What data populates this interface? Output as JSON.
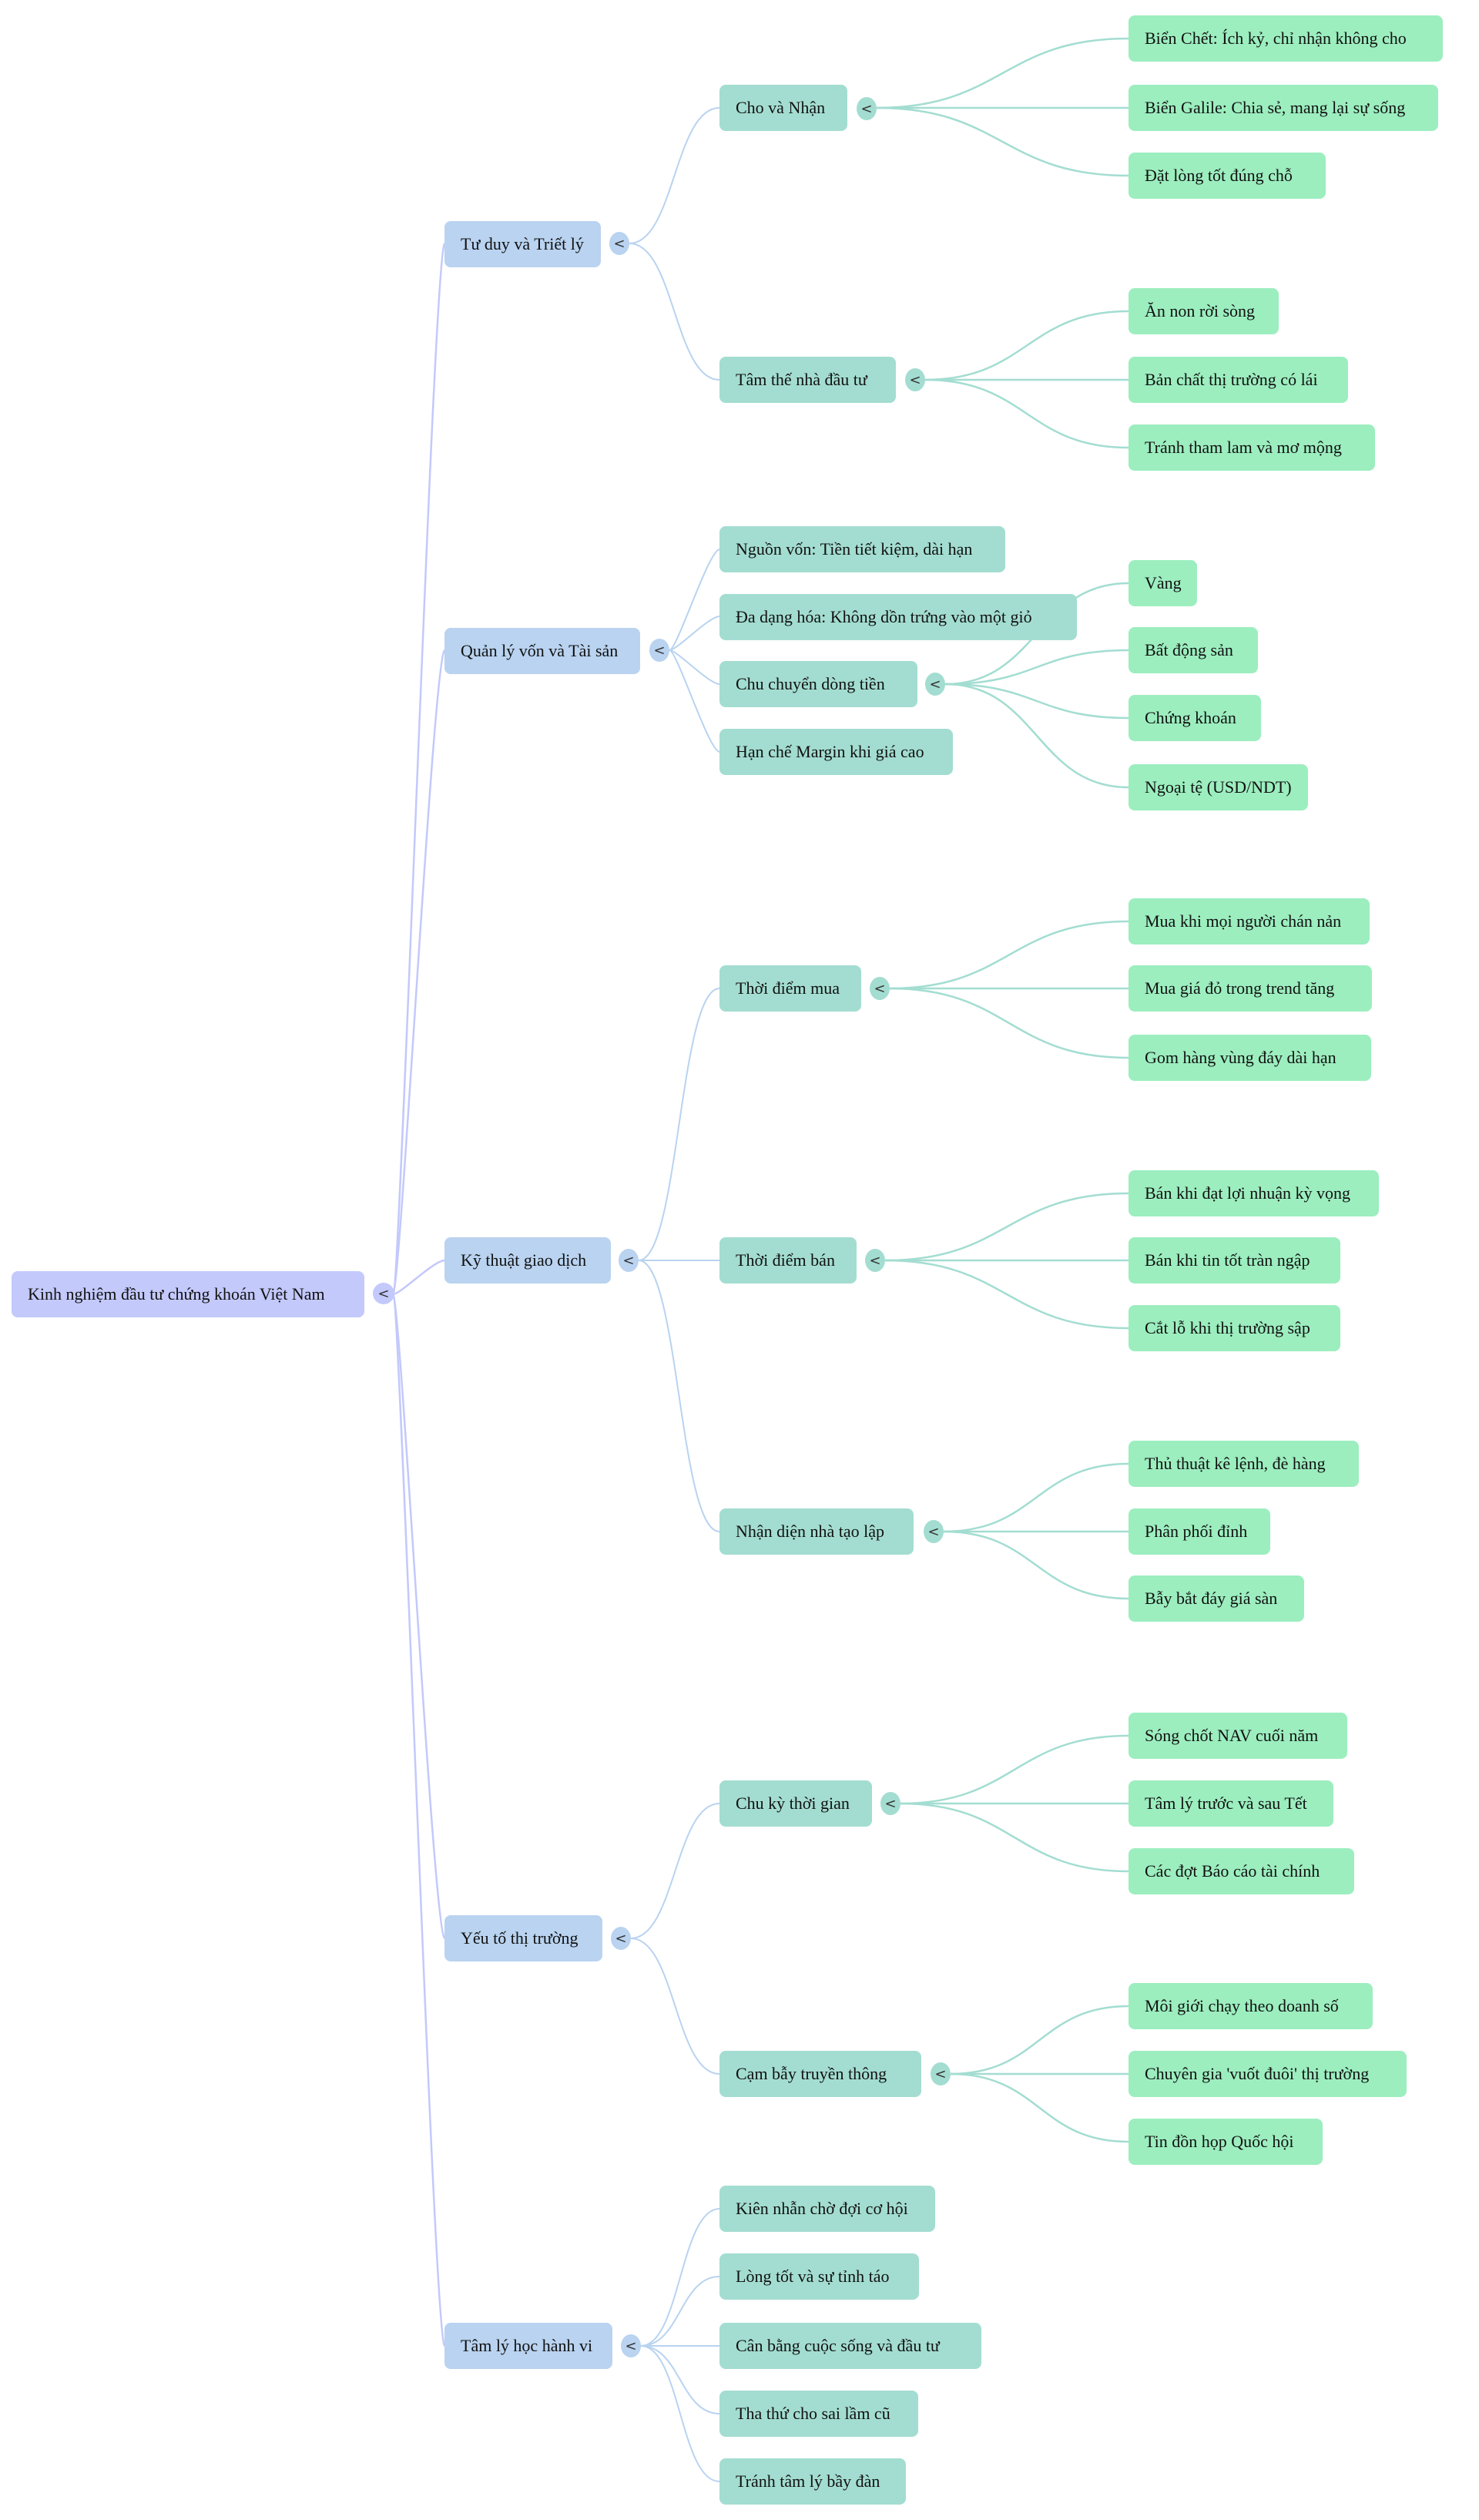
{
  "mindmap": {
    "root": {
      "label": "Kinh nghiệm đầu tư chứng khoán Việt Nam",
      "children": [
        {
          "label": "Tư duy và Triết lý",
          "children": [
            {
              "label": "Cho và Nhận",
              "children": [
                {
                  "label": "Biển Chết: Ích kỷ, chỉ nhận không cho"
                },
                {
                  "label": "Biển Galile: Chia sẻ, mang lại sự sống"
                },
                {
                  "label": "Đặt lòng tốt đúng chỗ"
                }
              ]
            },
            {
              "label": "Tâm thế nhà đầu tư",
              "children": [
                {
                  "label": "Ăn non rời sòng"
                },
                {
                  "label": "Bản chất thị trường có lái"
                },
                {
                  "label": "Tránh tham lam và mơ mộng"
                }
              ]
            }
          ]
        },
        {
          "label": "Quản lý vốn và Tài sản",
          "children": [
            {
              "label": "Nguồn vốn: Tiền tiết kiệm, dài hạn"
            },
            {
              "label": "Đa dạng hóa: Không dồn trứng vào một giỏ"
            },
            {
              "label": "Chu chuyển dòng tiền",
              "children": [
                {
                  "label": "Vàng"
                },
                {
                  "label": "Bất động sản"
                },
                {
                  "label": "Chứng khoán"
                },
                {
                  "label": "Ngoại tệ (USD/NDT)"
                }
              ]
            },
            {
              "label": "Hạn chế Margin khi giá cao"
            }
          ]
        },
        {
          "label": "Kỹ thuật giao dịch",
          "children": [
            {
              "label": "Thời điểm mua",
              "children": [
                {
                  "label": "Mua khi mọi người chán nản"
                },
                {
                  "label": "Mua giá đỏ trong trend tăng"
                },
                {
                  "label": "Gom hàng vùng đáy dài hạn"
                }
              ]
            },
            {
              "label": "Thời điểm bán",
              "children": [
                {
                  "label": "Bán khi đạt lợi nhuận kỳ vọng"
                },
                {
                  "label": "Bán khi tin tốt tràn ngập"
                },
                {
                  "label": "Cắt lỗ khi thị trường sập"
                }
              ]
            },
            {
              "label": "Nhận diện nhà tạo lập",
              "children": [
                {
                  "label": "Thủ thuật kê lệnh, đè hàng"
                },
                {
                  "label": "Phân phối đỉnh"
                },
                {
                  "label": "Bẫy bắt đáy giá sàn"
                }
              ]
            }
          ]
        },
        {
          "label": "Yếu tố thị trường",
          "children": [
            {
              "label": "Chu kỳ thời gian",
              "children": [
                {
                  "label": "Sóng chốt NAV cuối năm"
                },
                {
                  "label": "Tâm lý trước và sau Tết"
                },
                {
                  "label": "Các đợt Báo cáo tài chính"
                }
              ]
            },
            {
              "label": "Cạm bẫy truyền thông",
              "children": [
                {
                  "label": "Môi giới chạy theo doanh số"
                },
                {
                  "label": "Chuyên gia 'vuốt đuôi' thị trường"
                },
                {
                  "label": "Tin đồn họp Quốc hội"
                }
              ]
            }
          ]
        },
        {
          "label": "Tâm lý học hành vi",
          "children": [
            {
              "label": "Kiên nhẫn chờ đợi cơ hội"
            },
            {
              "label": "Lòng tốt và sự tỉnh táo"
            },
            {
              "label": "Cân bằng cuộc sống và đầu tư"
            },
            {
              "label": "Tha thứ cho sai lầm cũ"
            },
            {
              "label": "Tránh tâm lý bầy đàn"
            }
          ]
        }
      ]
    },
    "toggle_glyph": "<",
    "colors": {
      "root": "#c3c9fb",
      "level1": "#b9d3f0",
      "level2": "#a3ddd1",
      "level3": "#9ceebf",
      "edge_root": "#c3c9fb",
      "edge_level1": "#b9d3f0",
      "edge_level2": "#a3ddd1"
    }
  }
}
